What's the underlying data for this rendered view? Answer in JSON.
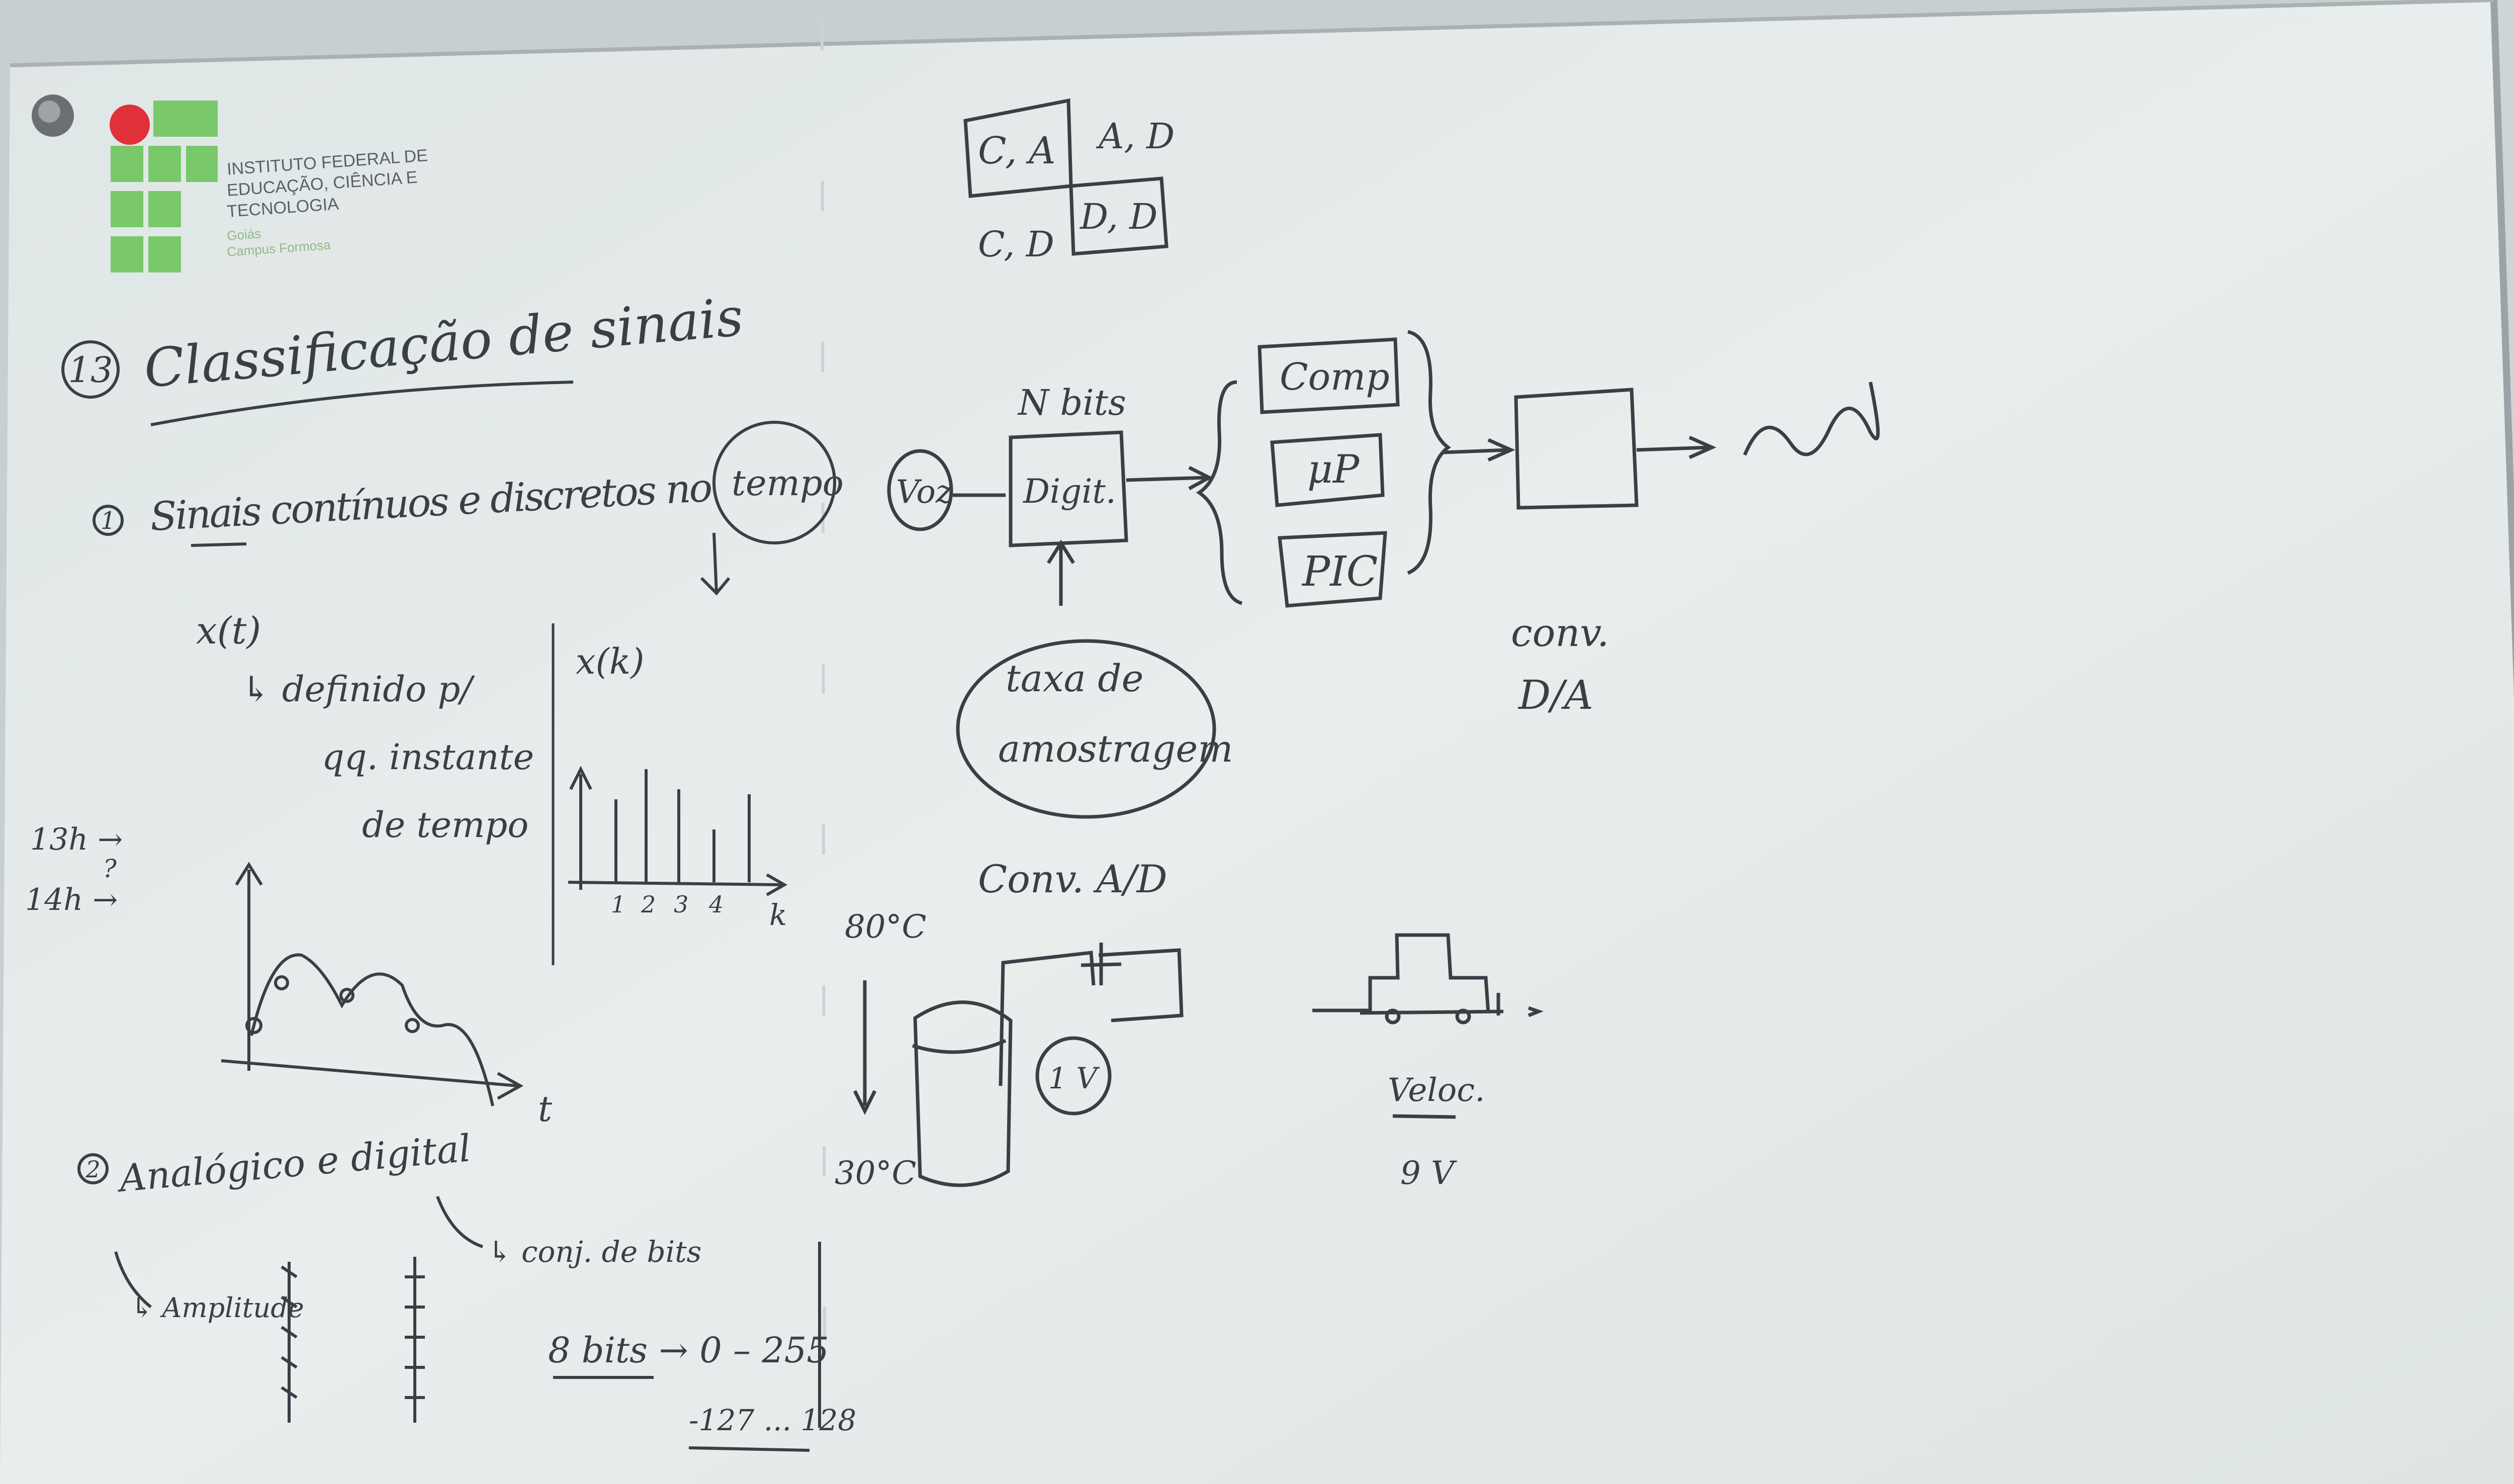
{
  "logo": {
    "line1": "INSTITUTO FEDERAL DE",
    "line2": "EDUCAÇÃO, CIÊNCIA E",
    "line3": "TECNOLOGIA",
    "sub1": "Goiás",
    "sub2": "Campus Formosa"
  },
  "title": {
    "number": "13",
    "text": "Classificação de sinais"
  },
  "item1": {
    "number": "1",
    "text_pre": "Sinais contínuos e discretos no",
    "text_circled": "tempo",
    "xt": "x(t)",
    "def1": "↳ definido p/",
    "def2": "qq. instante",
    "def3": "de tempo",
    "xk": "x(k)",
    "ticks": [
      "1",
      "2",
      "3",
      "4"
    ],
    "k_label": "k",
    "t_label": "t",
    "side1": "13h →",
    "side2": "14h →",
    "side_q": "?"
  },
  "item2": {
    "number": "2",
    "text": "Analógico e digital",
    "amplitude": "↳ Amplitude",
    "conj": "↳ conj. de bits",
    "bits": "8 bits → 0 – 255",
    "range": "-127 ... 128"
  },
  "matrix": {
    "ca": "C, A",
    "ad": "A, D",
    "cd": "C, D",
    "dd": "D, D"
  },
  "diagram": {
    "nbits": "N bits",
    "voz": "Voz",
    "digit": "Digit.",
    "comp": "Comp",
    "up": "μP",
    "pic": "PIC",
    "taxa1": "taxa de",
    "taxa2": "amostragem",
    "convad": "Conv. A/D",
    "convda1": "conv.",
    "convda2": "D/A"
  },
  "sensor": {
    "t80": "80°C",
    "t30": "30°C",
    "v1": "1 V"
  },
  "car": {
    "veloc": "Veloc.",
    "val": "9 V"
  }
}
